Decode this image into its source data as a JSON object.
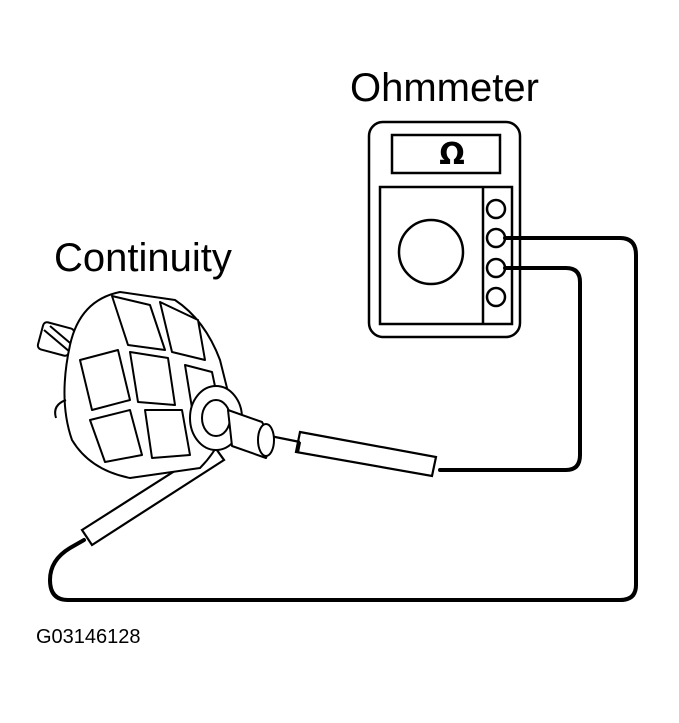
{
  "labels": {
    "ohmmeter": "Ohmmeter",
    "continuity": "Continuity",
    "figure_code": "G03146128"
  },
  "meter": {
    "display_symbol": "Ω",
    "terminal_count": 4
  },
  "colors": {
    "line": "#000000",
    "background": "#ffffff"
  }
}
